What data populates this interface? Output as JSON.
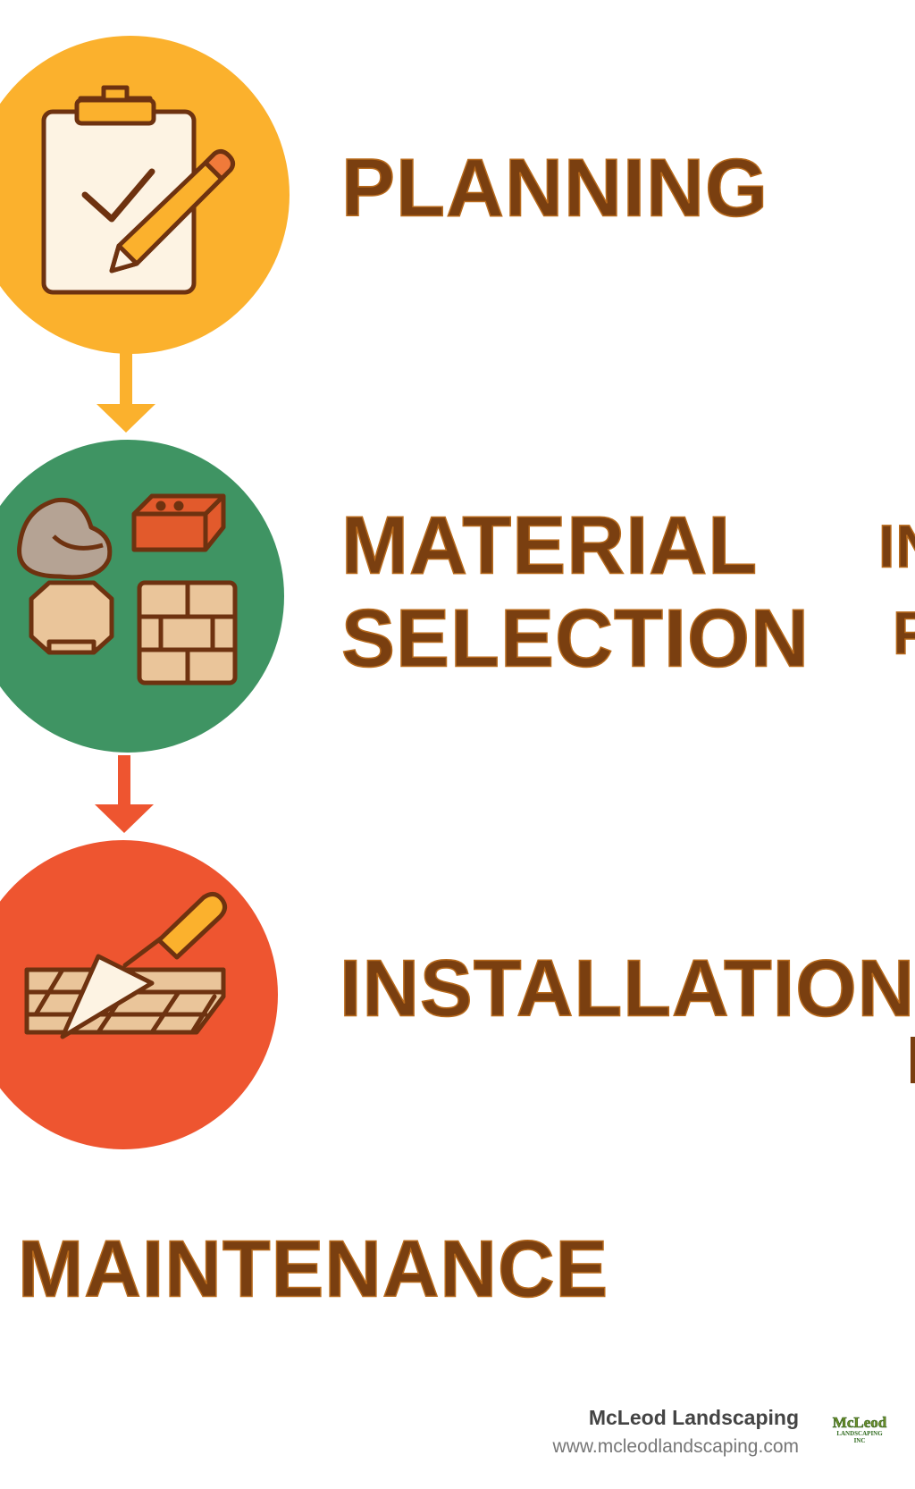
{
  "steps": [
    {
      "label": "PLANNING",
      "color": "#fbb12d",
      "icon": "clipboard-check-pencil-icon"
    },
    {
      "label_line1": "MATERIAL",
      "label_line2": "SELECTION",
      "color": "#3f9463",
      "icon": "materials-stone-brick-paver-icon"
    },
    {
      "label": "INSTALLATION",
      "color": "#ee5530",
      "icon": "trowel-pavers-icon"
    },
    {
      "label": "MAINTENANCE"
    }
  ],
  "clipped_text": {
    "line1": "IN",
    "line2": "P"
  },
  "arrow_colors": [
    "#fbb12d",
    "#ee5530"
  ],
  "text_color": "#7a3f10",
  "footer": {
    "brand": "McLeod Landscaping",
    "url": "www.mcleodlandscaping.com",
    "logo_text": "McLeod",
    "logo_subtext": "LANDSCAPING INC"
  }
}
